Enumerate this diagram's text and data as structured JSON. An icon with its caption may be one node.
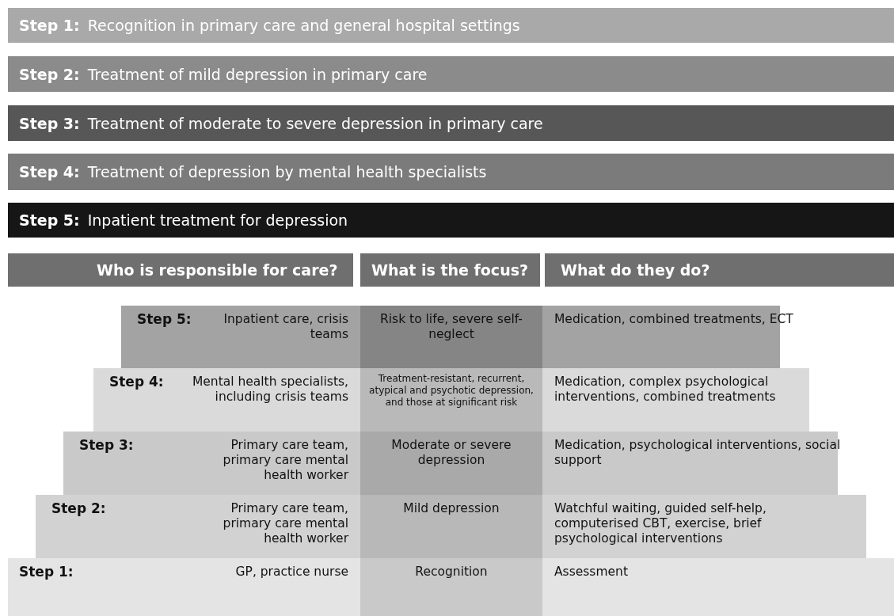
{
  "diagram": {
    "nodes": [
      {
        "text": [
          "Step 1:",
          "Recognition in primary care and general hospital settings"
        ]
      },
      {
        "text": [
          "Step 2:",
          "Treatment of mild depression in primary care"
        ]
      },
      {
        "text": [
          "Step 3:",
          "Treatment of moderate to severe depression in primary care"
        ]
      },
      {
        "text": [
          "Step 4:",
          "Treatment of depression by mental health specialists"
        ]
      },
      {
        "text": [
          "Step 5:",
          "Inpatient treatment for depression"
        ]
      },
      {
        "text": [
          "Who is responsible for care?"
        ]
      },
      {
        "text": [
          "What is the focus?"
        ]
      },
      {
        "text": [
          "What do they do?"
        ]
      },
      {
        "text": [
          "Step 5:",
          "Inpatient care, crisis teams",
          "Risk to life, severe self-neglect",
          "Medication, combined treatments, ECT"
        ]
      },
      {
        "text": [
          "Step 4:",
          "Mental health specialists, including crisis teams",
          "Treatment-resistant, recurrent, atypical and psychotic depression, and those at significant risk",
          "Medication, complex psychological interventions, combined treatments"
        ]
      },
      {
        "text": [
          "Step 3:",
          "Primary care team, primary care mental health worker",
          "Moderate or severe depression",
          "Medication, psychological interventions, social support"
        ]
      },
      {
        "text": [
          "Step 2:",
          "Primary care team, primary care mental health worker",
          "Mild depression",
          "Watchful waiting, guided self-help, computerised CBT, exercise, brief psychological interventions"
        ]
      },
      {
        "text": [
          "Step 1:",
          "GP, practice nurse",
          "Recognition",
          "Assessment"
        ]
      }
    ]
  }
}
